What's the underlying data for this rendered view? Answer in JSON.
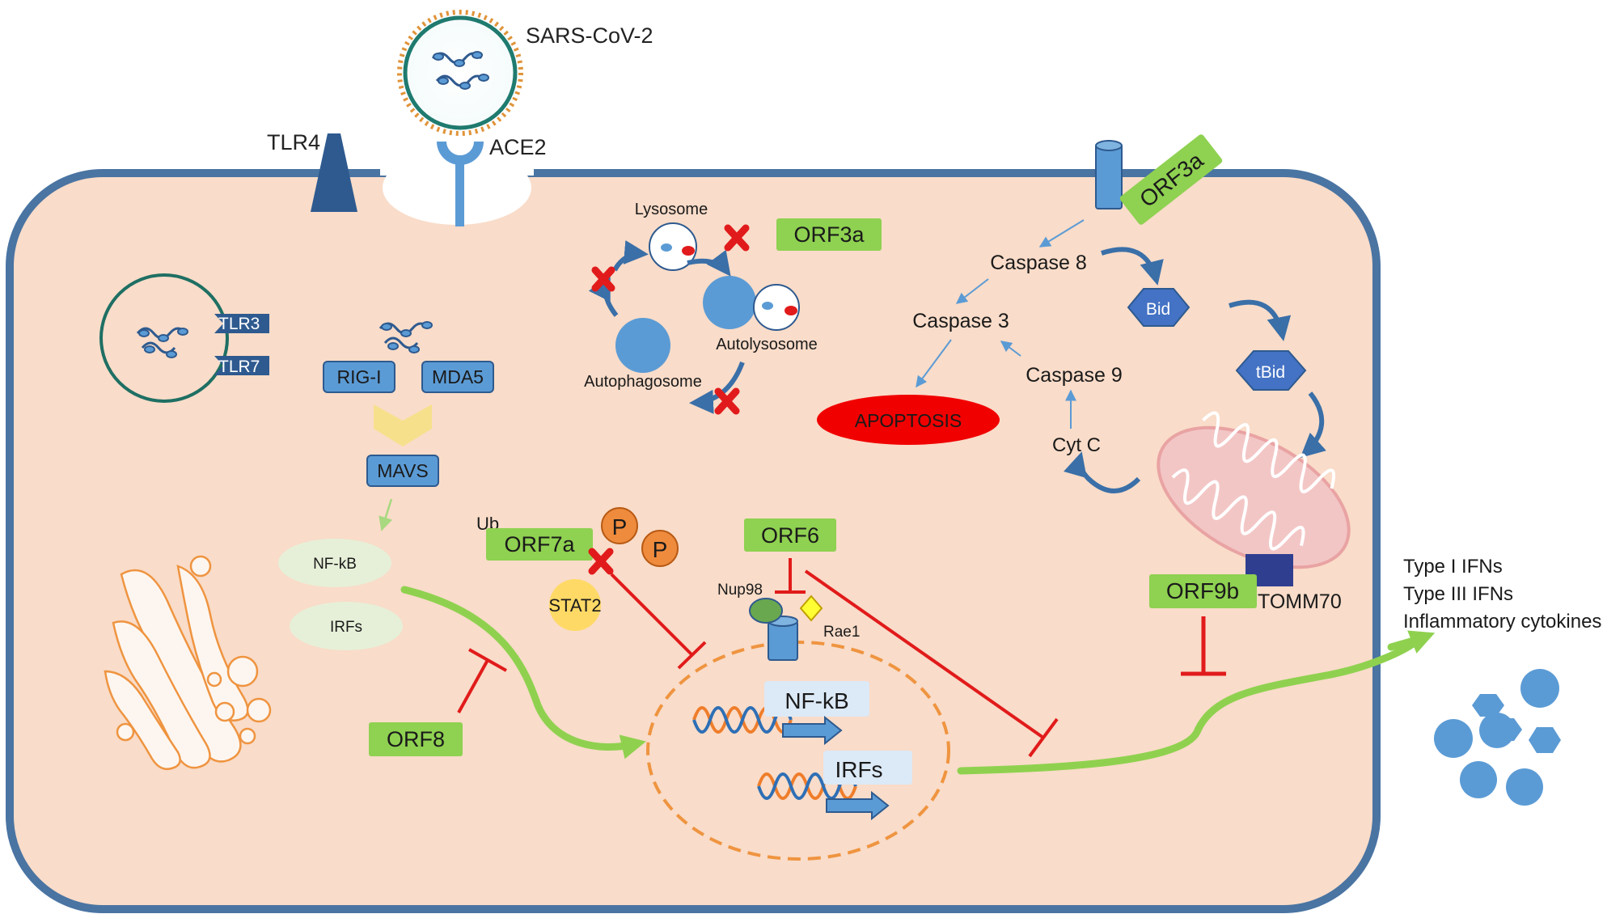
{
  "virus": {
    "label": "SARS-CoV-2"
  },
  "receptors": {
    "tlr4": "TLR4",
    "ace2": "ACE2"
  },
  "endosome": {
    "tlr3": "TLR3",
    "tlr7": "TLR7"
  },
  "rlr_pathway": {
    "rig_i": "RIG-I",
    "mda5": "MDA5",
    "mavs": "MAVS",
    "nfkb": "NF-kB",
    "irfs": "IRFs"
  },
  "autophagy": {
    "lysosome": "Lysosome",
    "autolysosome": "Autolysosome",
    "autophagosome": "Autophagosome",
    "orf3a": "ORF3a"
  },
  "apoptosis": {
    "orf3a": "ORF3a",
    "caspase8": "Caspase 8",
    "caspase3": "Caspase 3",
    "caspase9": "Caspase 9",
    "bid": "Bid",
    "tbid": "tBid",
    "cytc": "Cyt C",
    "apoptosis": "APOPTOSIS"
  },
  "viral_proteins": {
    "orf7a": "ORF7a",
    "ub": "Ub",
    "p": "P",
    "stat2": "STAT2",
    "orf6": "ORF6",
    "orf8": "ORF8",
    "orf9b": "ORF9b"
  },
  "nucleus": {
    "nup98": "Nup98",
    "rae1": "Rae1",
    "nfkb": "NF-kB",
    "irfs": "IRFs"
  },
  "mitochondria": {
    "tomm70": "TOMM70"
  },
  "outputs": [
    "Type I IFNs",
    "Type III IFNs",
    "Inflammatory cytokines"
  ],
  "colors": {
    "cell_fill": "#f9dcc9",
    "cell_border": "#4a74a2",
    "green_box": "#8fd151",
    "blue_box": "#5b9bd5",
    "dark_blue": "#2e5a8f",
    "inhibit_red": "#e11b1b",
    "apoptosis_red": "#f10000",
    "arrow_green": "#8fd14f"
  }
}
